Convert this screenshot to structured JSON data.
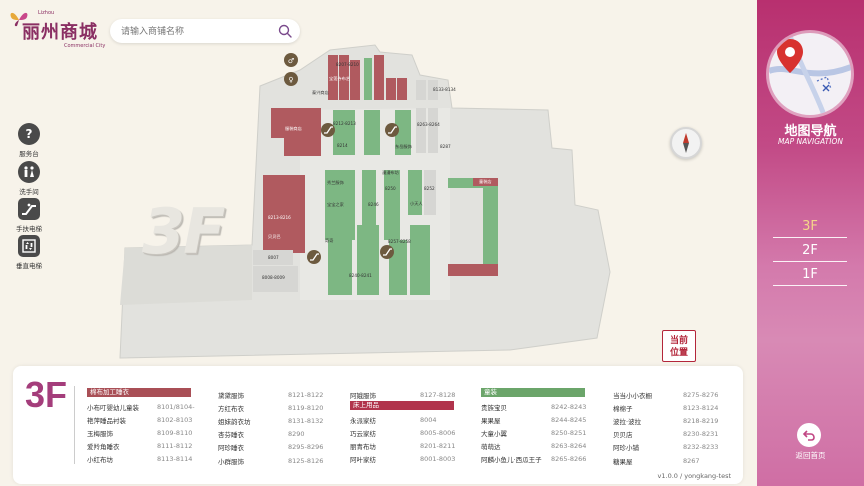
{
  "logo": {
    "brand": "丽州商城",
    "en_top": "Lizhou",
    "en_bottom": "Commercial City"
  },
  "search": {
    "placeholder": "请输入商铺名称"
  },
  "tools": [
    {
      "label": "服务台",
      "icon": "help-desk-icon"
    },
    {
      "label": "洗手间",
      "icon": "restroom-icon"
    },
    {
      "label": "手扶电梯",
      "icon": "escalator-icon"
    },
    {
      "label": "垂直电梯",
      "icon": "elevator-icon"
    }
  ],
  "map": {
    "floor_watermark": "3F",
    "shop_labels": [
      "8207-8210",
      "宝莲寺布艺",
      "泰兴商店",
      "8212-8213",
      "8214",
      "8263-8264",
      "8287",
      "服装商店",
      "8246",
      "8250",
      "8252",
      "8257-8258",
      "8240-8241",
      "8008-8009",
      "8007",
      "8213-8216",
      "东岳服饰",
      "秀兰服饰",
      "漫漫布坊",
      "奇奇",
      "小天人",
      "童装店",
      "贝贝巴",
      "宝宝之家",
      "8133-8134"
    ],
    "here_button": "当前\n位置"
  },
  "legend": {
    "floor": "3F",
    "columns": [
      {
        "category": "棉布加工睡衣",
        "category_style": "knit",
        "items": [
          {
            "name": "小布叮婴幼儿童装",
            "no": "8101/8104-"
          },
          {
            "name": "艳萍睡品衬装",
            "no": "8102-8103"
          },
          {
            "name": "玉梅服饰",
            "no": "8109-8110"
          },
          {
            "name": "爱羚角睡衣",
            "no": "8111-8112"
          },
          {
            "name": "小红布坊",
            "no": "8113-8114"
          }
        ]
      },
      {
        "category": "",
        "items": [
          {
            "name": "黛黛服饰",
            "no": "8121-8122"
          },
          {
            "name": "方红布衣",
            "no": "8119-8120"
          },
          {
            "name": "姐妹韵衣坊",
            "no": "8131-8132"
          },
          {
            "name": "杏芬睡衣",
            "no": "8290"
          },
          {
            "name": "阿珍睡衣",
            "no": "8295-8296"
          },
          {
            "name": "小群服饰",
            "no": "8125-8126"
          }
        ]
      },
      {
        "category": "",
        "items": [
          {
            "name": "阿娥服饰",
            "no": "8127-8128"
          }
        ],
        "category2": "床上用品",
        "items2": [
          {
            "name": "永派家纺",
            "no": "8004"
          },
          {
            "name": "巧云家纺",
            "no": "8005-8006"
          },
          {
            "name": "丽青布坊",
            "no": "8201-8211"
          },
          {
            "name": "阿叶家纺",
            "no": "8001-8003"
          }
        ]
      },
      {
        "category": "童装",
        "category_style": "kids",
        "items": [
          {
            "name": "贵族宝贝",
            "no": "8242-8243"
          },
          {
            "name": "果果屋",
            "no": "8244-8245"
          },
          {
            "name": "大童小翼",
            "no": "8250-8251"
          },
          {
            "name": "萌萌达",
            "no": "8263-8264"
          },
          {
            "name": "阿麟小鱼儿·西瓜王子",
            "no": "8265-8266"
          }
        ]
      },
      {
        "category": "",
        "items": [
          {
            "name": "当当小小衣橱",
            "no": "8275-8276"
          },
          {
            "name": "棉棉子",
            "no": "8123-8124"
          },
          {
            "name": "波拉·波拉",
            "no": "8218-8219"
          },
          {
            "name": "贝贝店",
            "no": "8230-8231"
          },
          {
            "name": "阿珍小铺",
            "no": "8232-8233"
          },
          {
            "name": "糖果屋",
            "no": "8267"
          }
        ]
      }
    ],
    "version": "v1.0.0 / yongkang-test"
  },
  "panel": {
    "title": "地图导航",
    "subtitle": "MAP NAVIGATION",
    "floors": [
      "3F",
      "2F",
      "1F"
    ],
    "active_floor": "3F",
    "home_label": "返回首页"
  },
  "colors": {
    "brand": "#a43d7b",
    "shop_red": "#b05a5f",
    "shop_green": "#7db783",
    "shop_grey": "#d6d6d3"
  }
}
